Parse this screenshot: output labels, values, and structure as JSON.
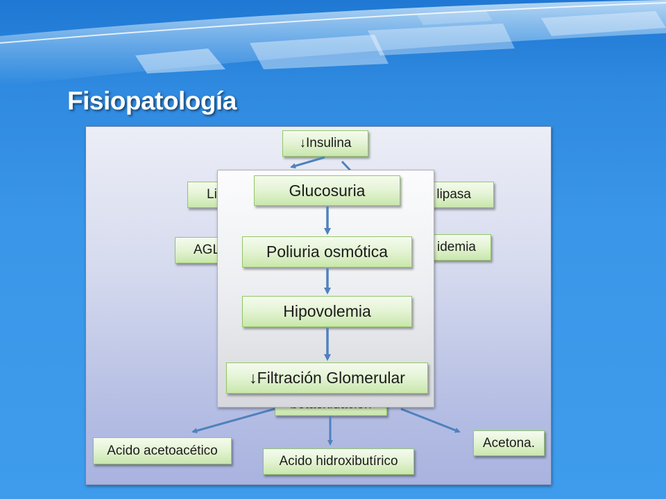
{
  "slide": {
    "title": "Fisiopatología"
  },
  "diagram": {
    "root": "↓Insulina",
    "left": [
      "Li",
      "AGL"
    ],
    "right": [
      "lipasa",
      "idemia"
    ],
    "center": "betaoxidación",
    "products": [
      "Acido acetoacético",
      "Acido hidroxibutírico",
      "Acetona."
    ]
  },
  "overlay": {
    "steps": [
      "Glucosuria",
      "Poliuria osmótica",
      "Hipovolemia",
      "↓Filtración Glomerular"
    ]
  },
  "colors": {
    "background": "#3a96e8",
    "box_fill": "#e3f3d3",
    "box_border": "#93c765",
    "arrow": "#4f81bd",
    "panel": "#c3cae6",
    "title": "#ffffff"
  }
}
